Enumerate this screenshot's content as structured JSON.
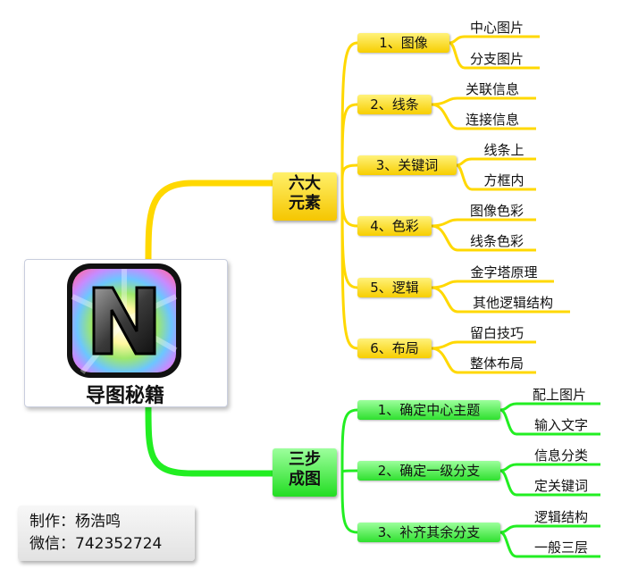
{
  "center": {
    "title": "导图秘籍",
    "logo_letter": "N"
  },
  "branches": [
    {
      "label_line1": "六大",
      "label_line2": "元素",
      "color": "#ffd800",
      "subs": [
        {
          "label": "1、图像",
          "leaves": [
            "中心图片",
            "分支图片"
          ]
        },
        {
          "label": "2、线条",
          "leaves": [
            "关联信息",
            "连接信息"
          ]
        },
        {
          "label": "3、关键词",
          "leaves": [
            "线条上",
            "方框内"
          ]
        },
        {
          "label": "4、色彩",
          "leaves": [
            "图像色彩",
            "线条色彩"
          ]
        },
        {
          "label": "5、逻辑",
          "leaves": [
            "金字塔原理",
            "其他逻辑结构"
          ]
        },
        {
          "label": "6、布局",
          "leaves": [
            "留白技巧",
            "整体布局"
          ]
        }
      ]
    },
    {
      "label_line1": "三步",
      "label_line2": "成图",
      "color": "#22ee22",
      "subs": [
        {
          "label": "1、确定中心主题",
          "leaves": [
            "配上图片",
            "输入文字"
          ]
        },
        {
          "label": "2、确定一级分支",
          "leaves": [
            "信息分类",
            "定关键词"
          ]
        },
        {
          "label": "3、补齐其余分支",
          "leaves": [
            "逻辑结构",
            "一般三层"
          ]
        }
      ]
    }
  ],
  "credit": {
    "line1": "制作：杨浩鸣",
    "line2": "微信：742352724"
  }
}
